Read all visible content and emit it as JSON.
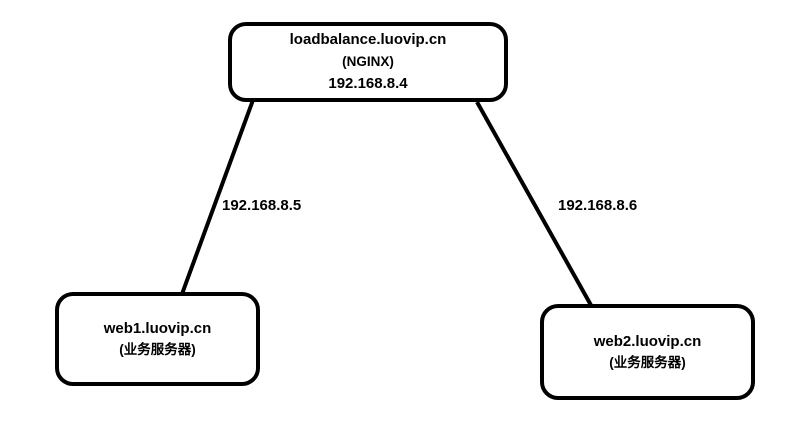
{
  "diagram": {
    "load_balancer": {
      "hostname": "loadbalance.luovip.cn",
      "software": "(NGINX)",
      "ip": "192.168.8.4"
    },
    "web1": {
      "hostname": "web1.luovip.cn",
      "role": "(业务服务器)"
    },
    "web2": {
      "hostname": "web2.luovip.cn",
      "role": "(业务服务器)"
    },
    "links": {
      "web1_ip": "192.168.8.5",
      "web2_ip": "192.168.8.6"
    },
    "colors": {
      "stroke": "#000000",
      "background": "#ffffff"
    }
  }
}
